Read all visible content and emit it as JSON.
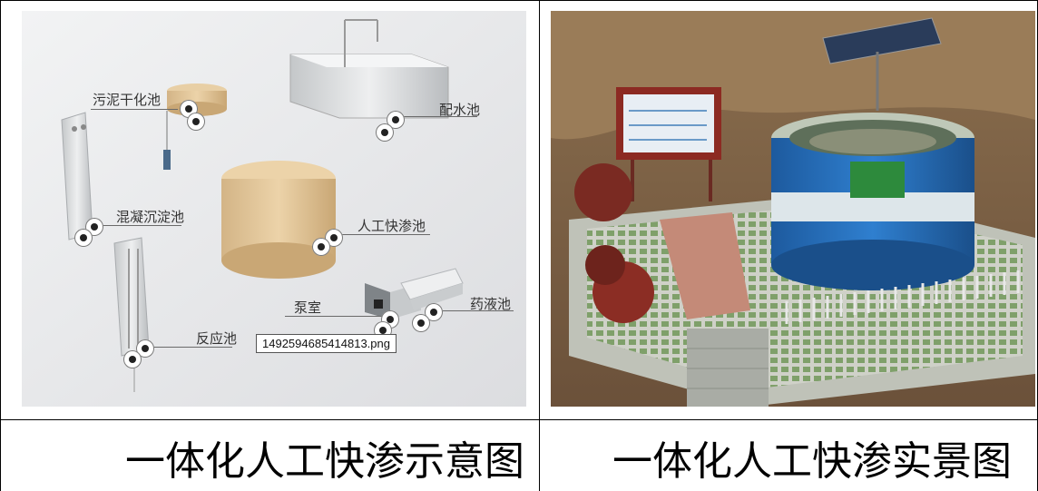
{
  "left_figure": {
    "labels": {
      "sludge_drying_pool": "污泥干化池",
      "distribution_pool": "配水池",
      "coagulation_sedimentation_pool": "混凝沉淀池",
      "artificial_rapid_infiltration_pool": "人工快渗池",
      "pump_room": "泵室",
      "chemical_pool": "药液池",
      "reaction_pool": "反应池"
    },
    "file_tooltip": "1492594685414813.png"
  },
  "captions": {
    "left": "一体化人工快渗示意图",
    "right": "一体化人工快渗实景图"
  }
}
